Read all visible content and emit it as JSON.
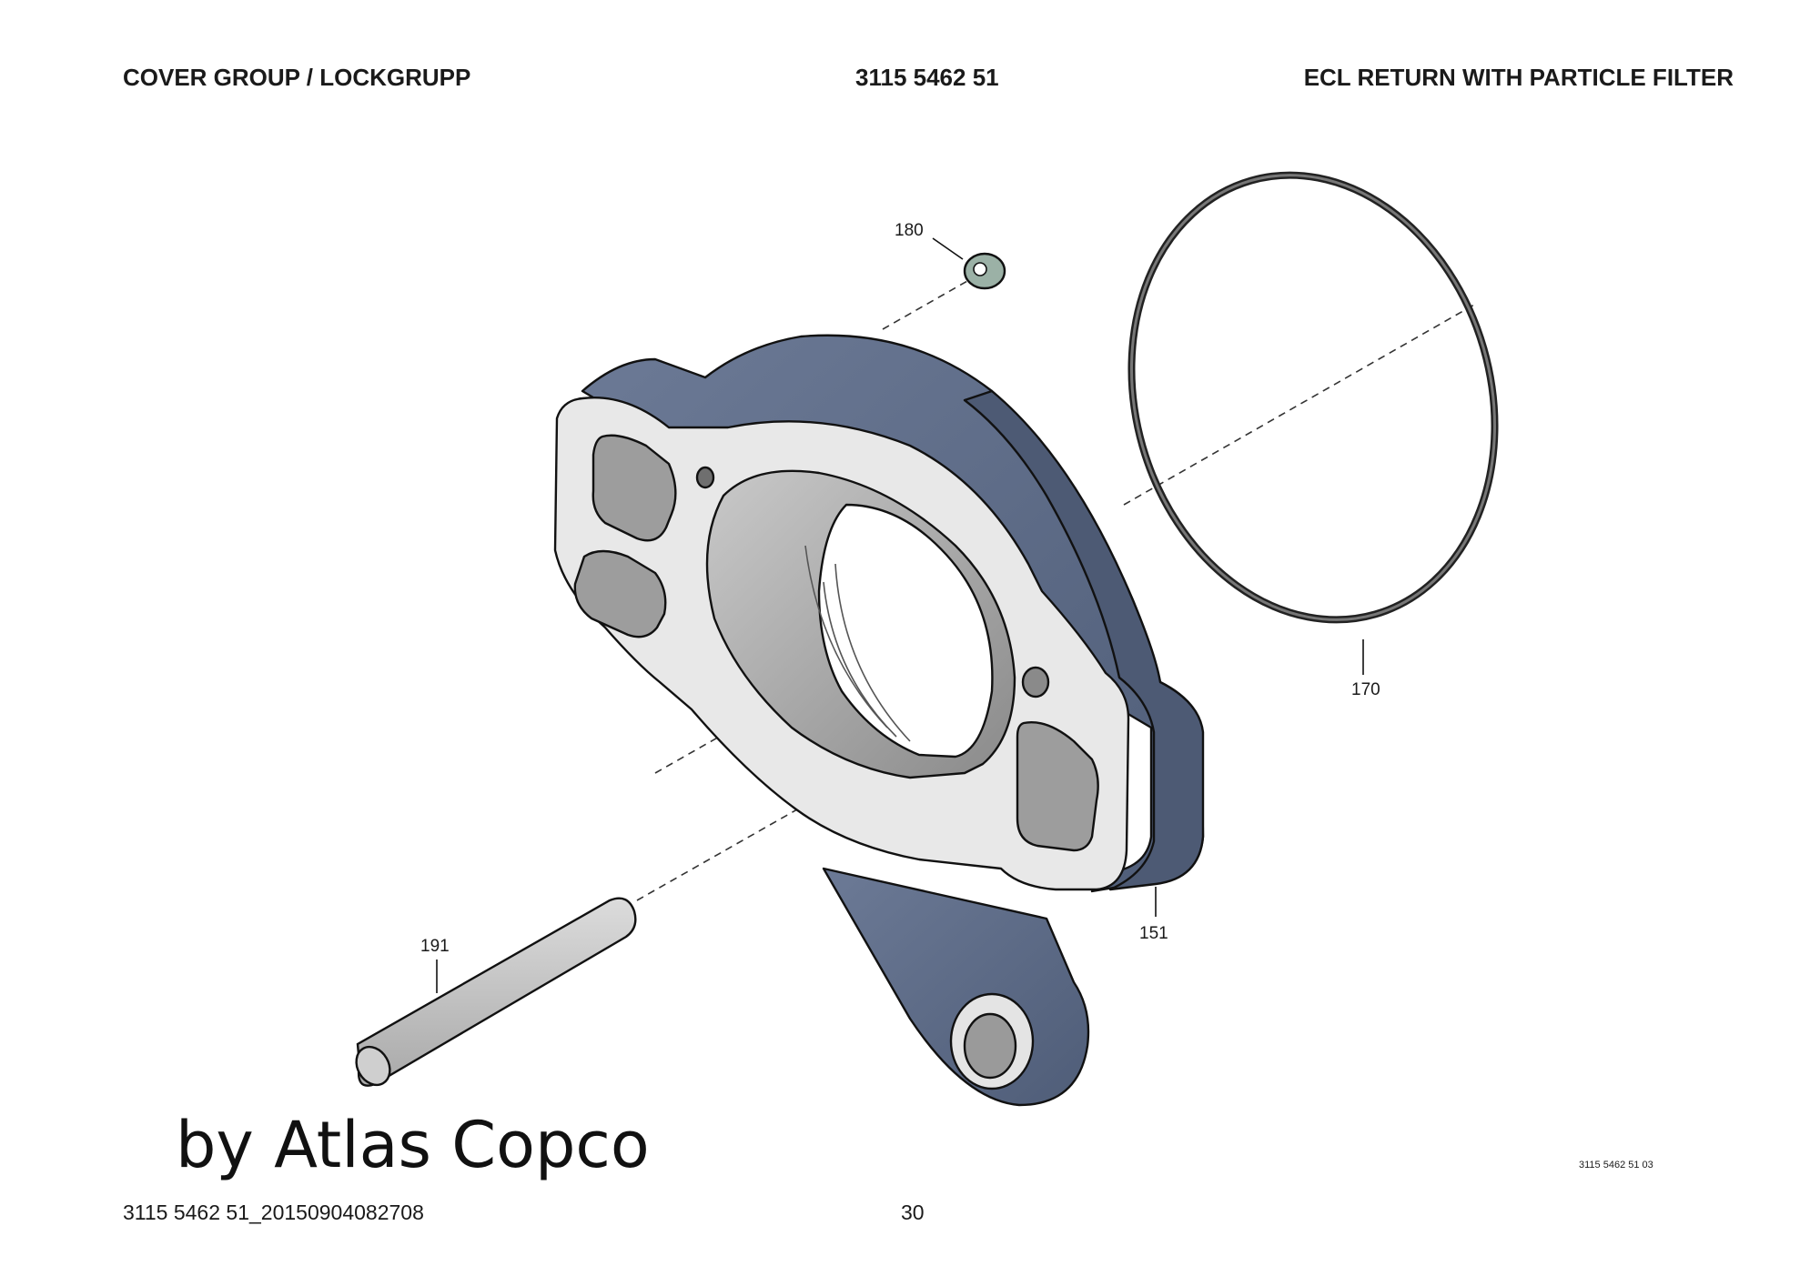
{
  "header": {
    "group_title": "COVER GROUP / LOCKGRUPP",
    "part_number": "3115 5462 51",
    "description": "ECL RETURN WITH PARTICLE FILTER"
  },
  "callouts": {
    "item_180": "180",
    "item_170": "170",
    "item_151": "151",
    "item_191": "191"
  },
  "watermark": "by Atlas Copco",
  "figure_code": "3115 5462 51 03",
  "footer": {
    "document_id": "3115 5462 51_20150904082708",
    "page_number": "30"
  },
  "colors": {
    "housing_blue": "#5d6b87",
    "flange_face": "#e6e6e6",
    "bore_grey": "#a7a7a7",
    "washer_green": "#9bb1a6",
    "pin_grey": "#c2c2c2",
    "outline": "#111111"
  }
}
